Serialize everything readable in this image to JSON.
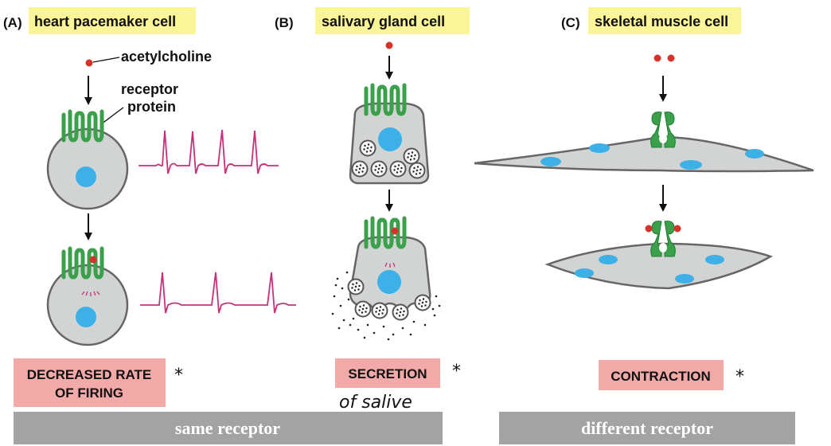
{
  "panels": [
    {
      "label": "(A)",
      "title": "heart pacemaker cell",
      "effect": [
        "DECREASED RATE",
        "OF FIRING"
      ],
      "mark": "*"
    },
    {
      "label": "(B)",
      "title": "salivary gland cell",
      "effect": [
        "SECRETION"
      ],
      "mark": "*",
      "handwritten": "of  salive"
    },
    {
      "label": "(C)",
      "title": "skeletal muscle cell",
      "effect": [
        "CONTRACTION"
      ],
      "mark": "*"
    }
  ],
  "annotations": {
    "ligand": "acetylcholine",
    "receptor_line1": "receptor",
    "receptor_line2": "protein"
  },
  "bars": {
    "left": "same receptor",
    "right": "different receptor"
  },
  "colors": {
    "title_highlight": "#fbf59a",
    "effect_box": "#f2aaa9",
    "cell_fill": "#d2d4d3",
    "cell_stroke": "#666666",
    "nucleus": "#3db0e8",
    "receptor": "#3aa04a",
    "receptor_dark": "#237a35",
    "ligand": "#d8332a",
    "trace": "#c8307a",
    "bar": "#a3a3a3"
  }
}
